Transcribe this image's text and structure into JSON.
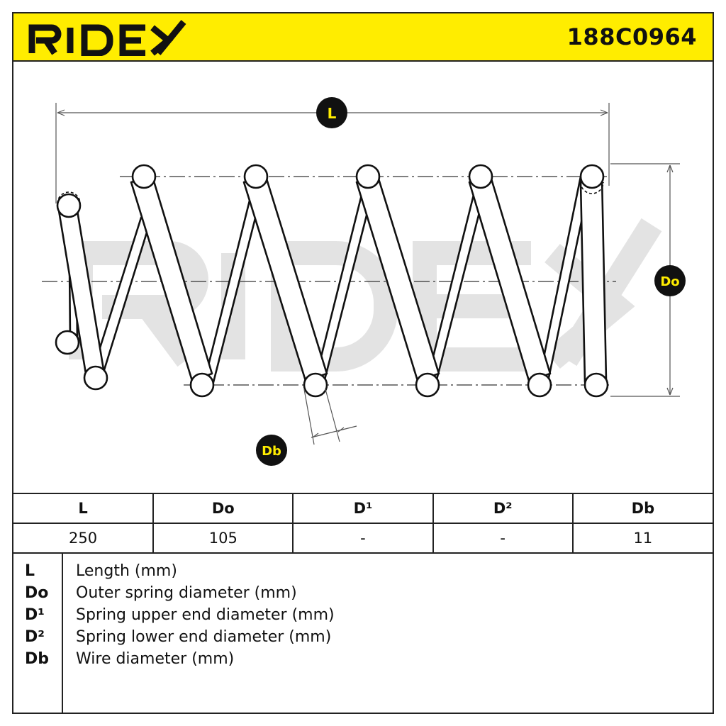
{
  "header": {
    "brand": "RIDEX",
    "part_number": "188C0964"
  },
  "diagram": {
    "watermark": "RIDEX",
    "labels": {
      "length": "L",
      "outer_diameter": "Do",
      "wire_diameter": "Db"
    },
    "colors": {
      "header_bg": "#ffed00",
      "badge_bg": "#111111",
      "badge_text": "#ffed00",
      "watermark": "#e3e3e3"
    }
  },
  "table": {
    "headers": [
      "L",
      "Do",
      "D¹",
      "D²",
      "Db"
    ],
    "values": [
      "250",
      "105",
      "-",
      "-",
      "11"
    ]
  },
  "legend": [
    {
      "key": "L",
      "desc": "Length (mm)"
    },
    {
      "key": "Do",
      "desc": "Outer spring diameter (mm)"
    },
    {
      "key": "D¹",
      "desc": "Spring upper end diameter (mm)"
    },
    {
      "key": "D²",
      "desc": "Spring lower end diameter (mm)"
    },
    {
      "key": "Db",
      "desc": "Wire diameter (mm)"
    }
  ]
}
